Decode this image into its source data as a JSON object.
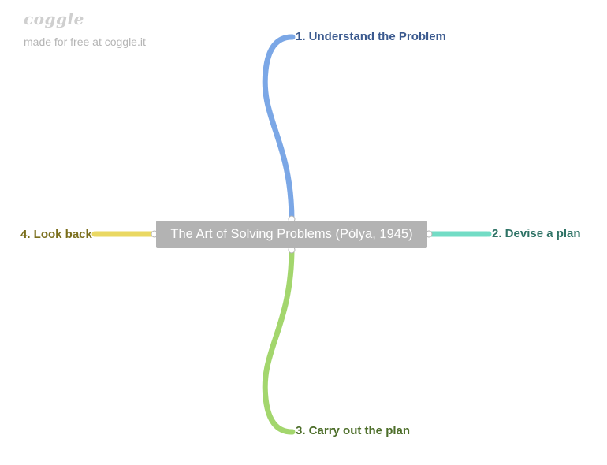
{
  "branding": {
    "logo_text": "coggle",
    "made_for_text": "made for free at coggle.it"
  },
  "root": {
    "label": "The Art of Solving Problems (Pólya, 1945)"
  },
  "branches": [
    {
      "label": "1. Understand the Problem",
      "color": "#7ba7e6"
    },
    {
      "label": "2. Devise a plan",
      "color": "#72dcc5"
    },
    {
      "label": "3. Carry out the plan",
      "color": "#a3d66d"
    },
    {
      "label": "4. Look back",
      "color": "#ead862"
    }
  ],
  "colors": {
    "root_background": "#b3b3b3",
    "root_text": "#ffffff"
  }
}
